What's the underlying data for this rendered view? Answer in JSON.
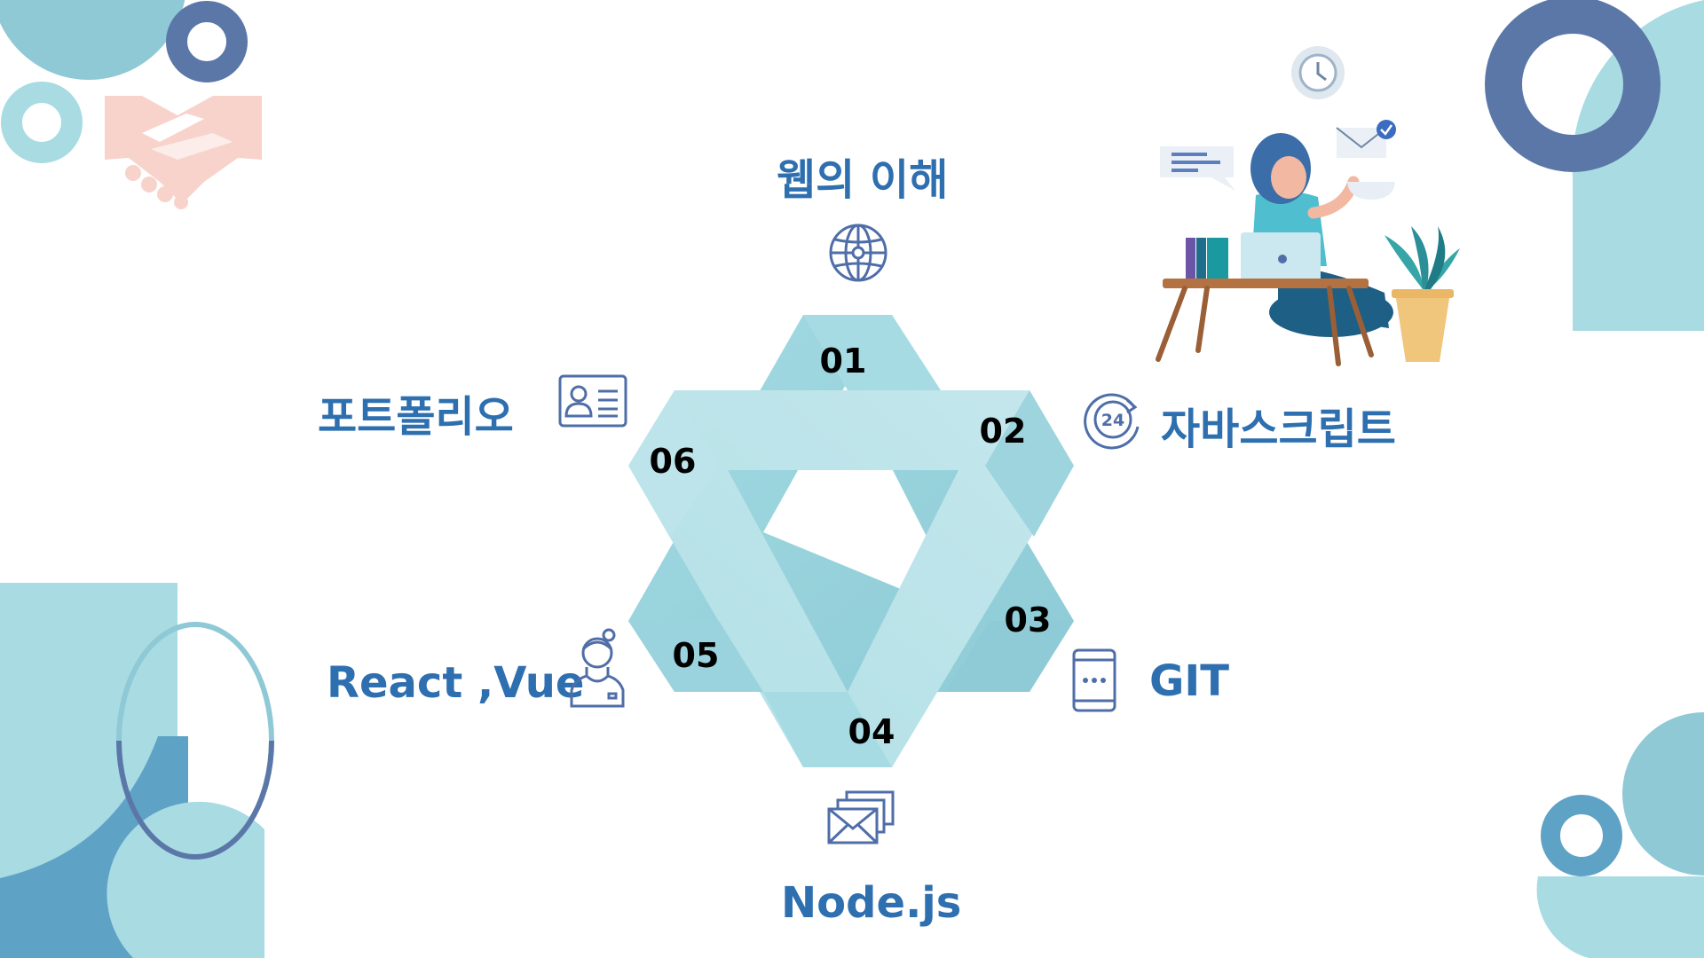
{
  "slide": {
    "colors": {
      "accent": "#2e6fb0",
      "icon_stroke": "#4f6ea8",
      "ribbon_light": "#bde4ea",
      "ribbon_mid": "#a6dbe3",
      "ribbon_dark": "#8ccbd7",
      "deco_teal": "#a8dbe2",
      "deco_navy": "#5b77a8",
      "deco_blue": "#5ea2c6",
      "handshake": "#f8d3cb"
    },
    "topics": [
      {
        "number": "01",
        "label": "웹의 이해",
        "icon": "globe-icon"
      },
      {
        "number": "02",
        "label": "자바스크립트",
        "icon": "24-hours-icon"
      },
      {
        "number": "03",
        "label": "GIT",
        "icon": "mobile-device-icon"
      },
      {
        "number": "04",
        "label": "Node.js",
        "icon": "mail-stack-icon"
      },
      {
        "number": "05",
        "label": "React ,Vue",
        "icon": "person-icon"
      },
      {
        "number": "06",
        "label": "포트폴리오",
        "icon": "id-card-icon"
      }
    ]
  }
}
